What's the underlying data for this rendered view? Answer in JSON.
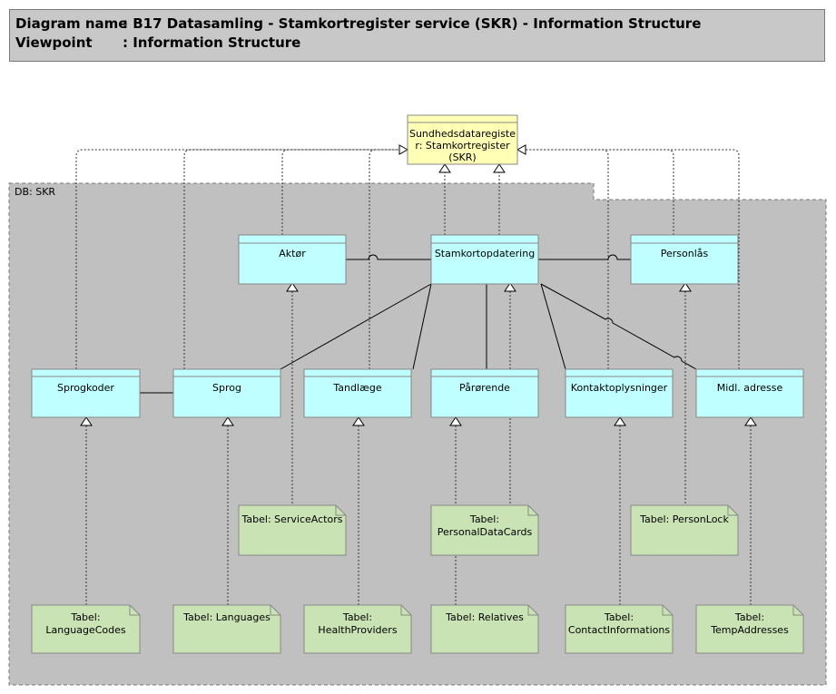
{
  "header": {
    "diagram_name_label": "Diagram name",
    "diagram_name_value": ": B17 Datasamling - Stamkortregister service (SKR) - Information Structure",
    "viewpoint_label": "Viewpoint",
    "viewpoint_value": ": Information Structure"
  },
  "group": {
    "label": "DB: SKR"
  },
  "top_entity": {
    "lines": [
      "Sundhedsdataregiste",
      "r: Stamkortregister",
      "(SKR)"
    ]
  },
  "entities": {
    "aktor": "Aktør",
    "stamkortopdatering": "Stamkortopdatering",
    "personlas": "Personlås",
    "sprogkoder": "Sprogkoder",
    "sprog": "Sprog",
    "tandlaege": "Tandlæge",
    "parorende": "Pårørende",
    "kontaktoplysninger": "Kontaktoplysninger",
    "midl_adresse": "Midl. adresse"
  },
  "artifacts": {
    "service_actors": [
      "Tabel: ServiceActors"
    ],
    "personal_data_cards": [
      "Tabel:",
      "PersonalDataCards"
    ],
    "person_lock": [
      "Tabel: PersonLock"
    ],
    "language_codes": [
      "Tabel:",
      "LanguageCodes"
    ],
    "languages": [
      "Tabel: Languages"
    ],
    "health_providers": [
      "Tabel:",
      "HealthProviders"
    ],
    "relatives": [
      "Tabel: Relatives"
    ],
    "contact_informations": [
      "Tabel:",
      "ContactInformations"
    ],
    "temp_addresses": [
      "Tabel:",
      "TempAddresses"
    ]
  },
  "colors": {
    "header_bg": "#c8c8c8",
    "group_bg": "#c0c0c0",
    "entity_fill": "#c0ffff",
    "top_entity_fill": "#ffffb5",
    "artifact_fill": "#c9e3b5"
  }
}
